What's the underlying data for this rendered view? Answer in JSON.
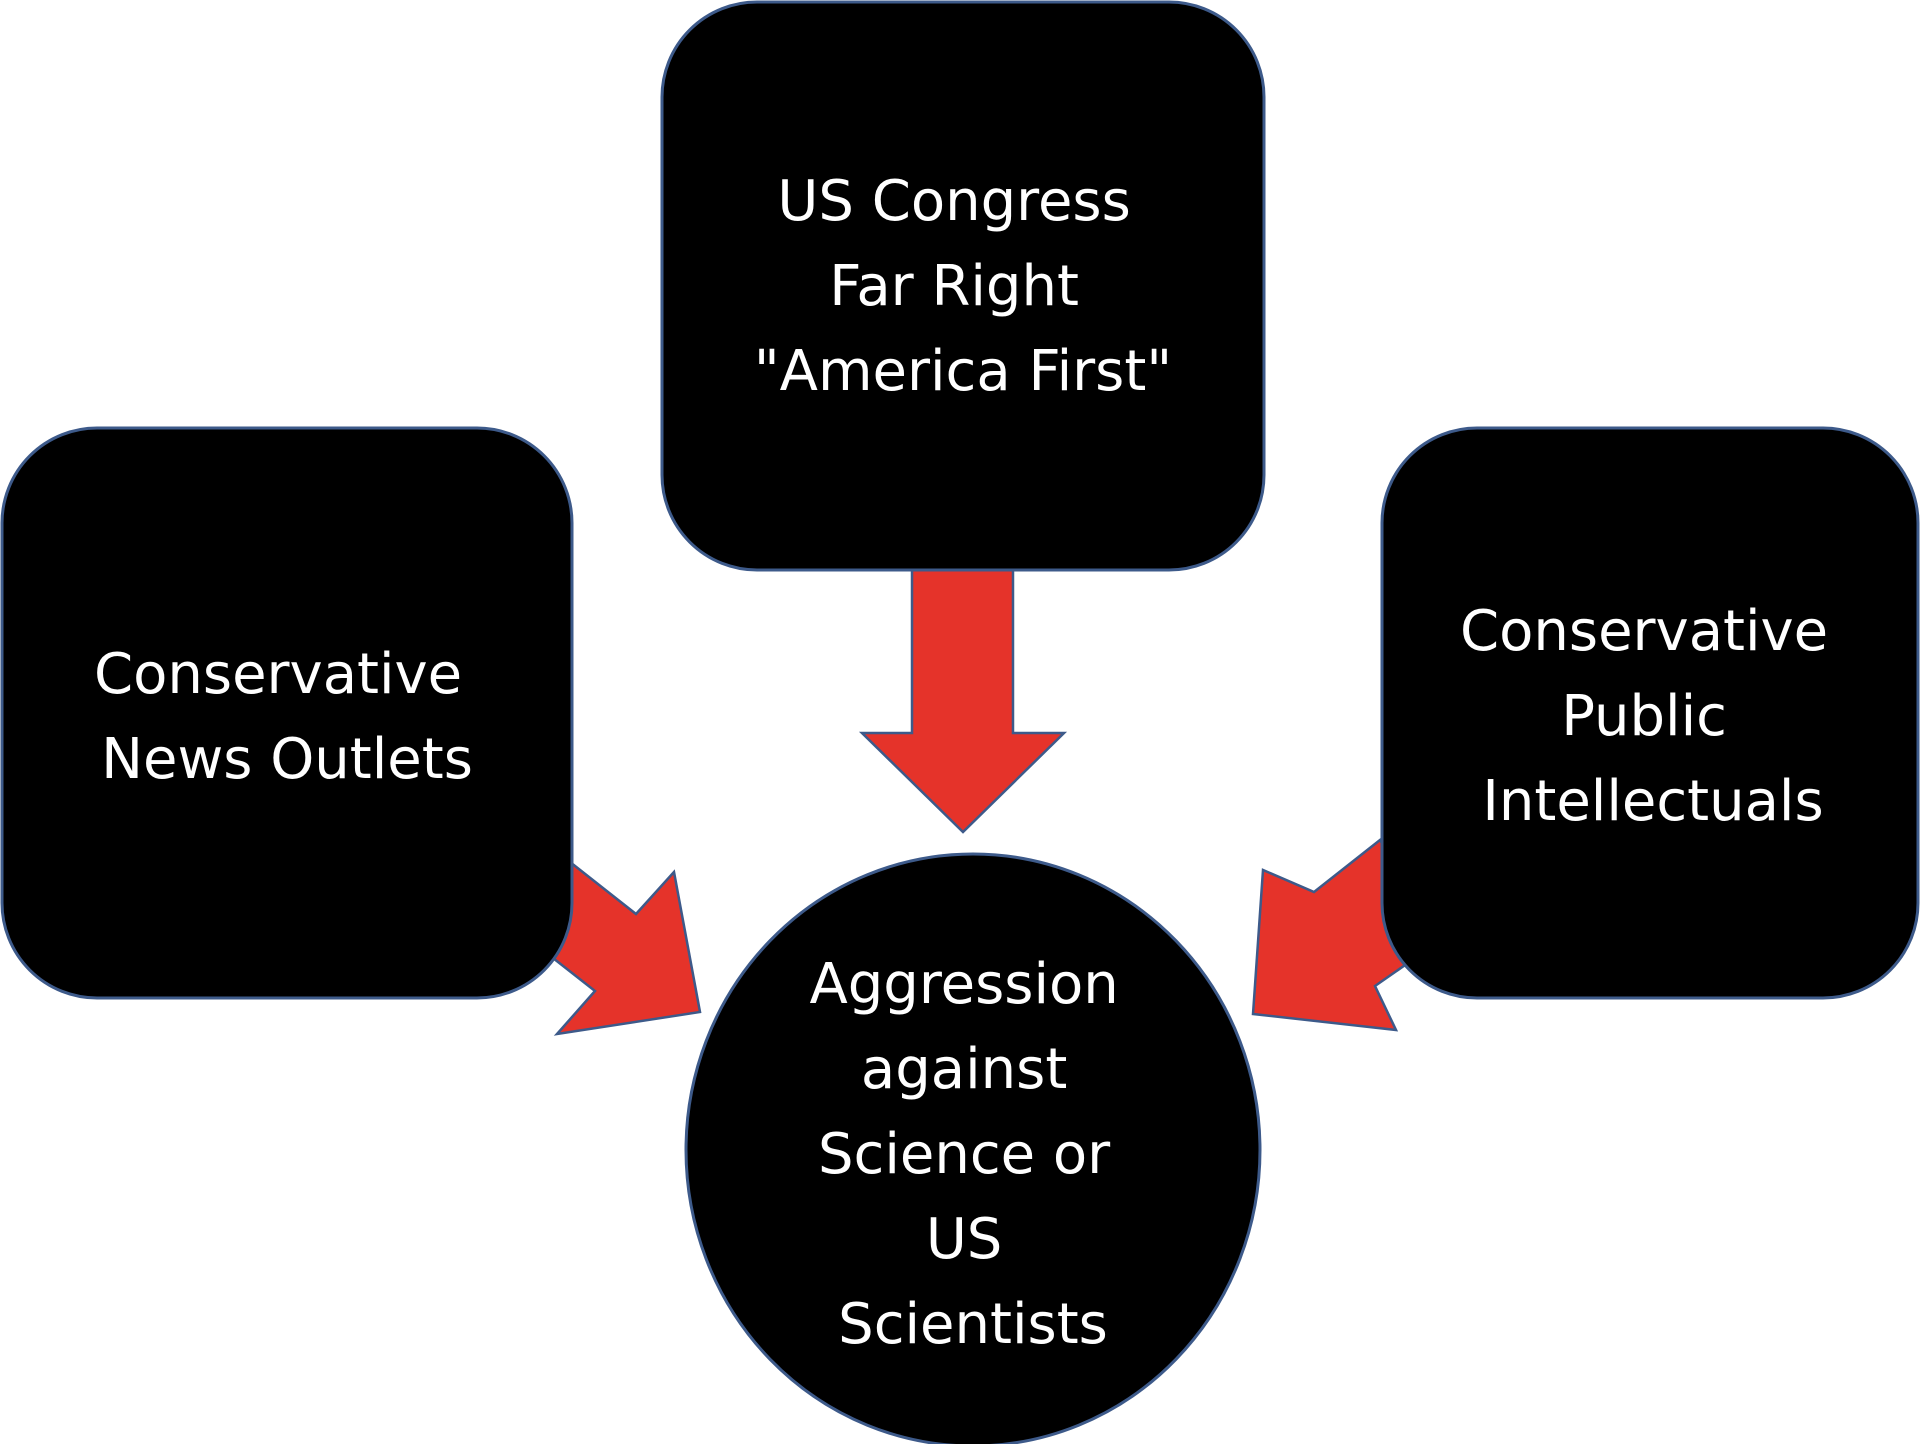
{
  "diagram": {
    "colors": {
      "node_fill": "#000000",
      "node_border": "#3d5a8a",
      "node_text": "#ffffff",
      "arrow_fill": "#e5332a",
      "background": "#ffffff"
    },
    "nodes": {
      "congress": {
        "lines": [
          "US Congress",
          "Far Right",
          "\"America First\""
        ]
      },
      "news": {
        "lines": [
          "Conservative",
          "News Outlets"
        ]
      },
      "intellectuals": {
        "lines": [
          "Conservative",
          "Public",
          "Intellectuals"
        ]
      },
      "target": {
        "lines": [
          "Aggression",
          "against",
          "Science or",
          "US",
          "Scientists"
        ]
      }
    },
    "edges": [
      {
        "from": "congress",
        "to": "target"
      },
      {
        "from": "news",
        "to": "target"
      },
      {
        "from": "intellectuals",
        "to": "target"
      }
    ]
  }
}
